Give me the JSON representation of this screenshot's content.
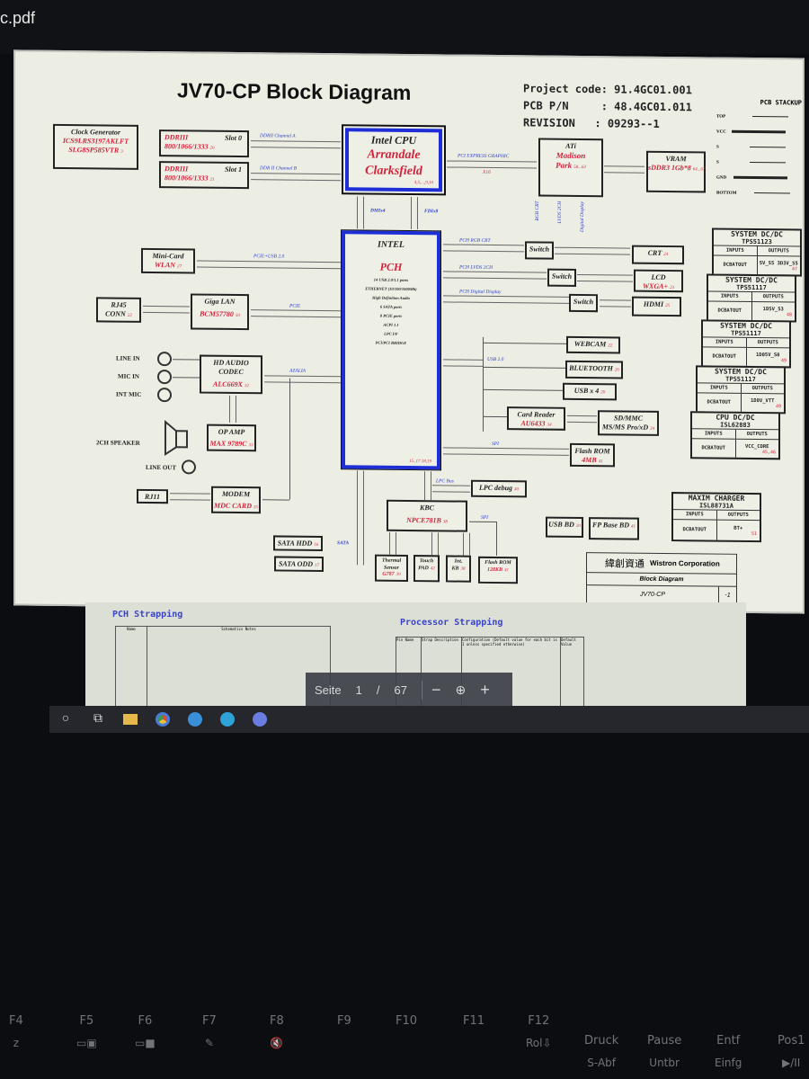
{
  "window": {
    "title": "c.pdf"
  },
  "diagram": {
    "title": "JV70-CP Block Diagram",
    "project_code_label": "Project code:",
    "project_code": "91.4GC01.001",
    "pcb_pn_label": "PCB P/N",
    "pcb_pn": ": 48.4GC01.011",
    "revision_label": "REVISION",
    "revision": ": 09293--1",
    "stackup": {
      "title": "PCB STACKUP",
      "layers": [
        "TOP",
        "VCC",
        "S",
        "S",
        "GND",
        "BOTTOM"
      ]
    },
    "clock": {
      "title": "Clock Generator",
      "l1": "ICS9LRS3197AKLFT",
      "l2": "SLG8SP585VTR",
      "page": "3"
    },
    "ddr0": {
      "title": "DDRIII",
      "slot": "Slot 0",
      "speed": "800/1066/1333",
      "page": "20",
      "bus": "DDRII Channel A"
    },
    "ddr1": {
      "title": "DDRIII",
      "slot": "Slot 1",
      "speed": "800/1066/1333",
      "page": "21",
      "bus": "DDR II Channel B"
    },
    "cpu": {
      "title": "Intel CPU",
      "l1": "Arrandale",
      "l2": "Clarksfield",
      "page": "4,5,...,9,10"
    },
    "dmi": "DMIx4",
    "fdi": "FDIx8",
    "pcie_gfx": {
      "bus": "PCI EXPRESS GRAPHIC",
      "width": "X16"
    },
    "gpu": {
      "title": "ATi",
      "l1": "Madison",
      "l2": "Park",
      "page": "58...63",
      "buses": [
        "RGB CRT",
        "LVDS 2CH",
        "Digital Display"
      ]
    },
    "vram": {
      "title": "VRAM",
      "l1": "sDDR3 1Gb*8",
      "page": "64...67"
    },
    "pch": {
      "title": "INTEL",
      "name": "PCH",
      "features": [
        "14 USB 2.0/1.1 ports",
        "ETHERNET (10/100/1000Mb)",
        "High Definition Audio",
        "6 SATA ports",
        "8 PCIE ports",
        "ACPI 1.1",
        "LPC I/F",
        "PCI/PCI BRIDGE"
      ],
      "pages": "15..17   18,19"
    },
    "minicard": {
      "title": "Mini-Card",
      "l1": "WLAN",
      "page": "27",
      "bus": "PCIE+USB 2.0"
    },
    "rj45": {
      "title": "RJ45",
      "l2": "CONN",
      "page": "22"
    },
    "lan": {
      "title": "Giga LAN",
      "l1": "BCM57780",
      "page": "50",
      "bus": "PCIE"
    },
    "audio_jacks": [
      "LINE IN",
      "MIC IN",
      "INT MIC"
    ],
    "codec": {
      "title": "HD AUDIO",
      "l2": "CODEC",
      "l1": "ALC669X",
      "page": "32",
      "bus": "AZALIA"
    },
    "opamp": {
      "title": "OP AMP",
      "l1": "MAX 9789C",
      "page": "33"
    },
    "speaker": "2CH SPEAKER",
    "line_out": "LINE OUT",
    "modem": {
      "title": "MODEM",
      "l1": "MDC CARD",
      "page": "35"
    },
    "rj11": "RJ11",
    "sata_hdd": {
      "title": "SATA HDD",
      "page": "16"
    },
    "sata_odd": {
      "title": "SATA ODD",
      "page": "17"
    },
    "sata_bus": "SATA",
    "switch": "Switch",
    "pch_buses": [
      "PCH RGB CRT",
      "PCH LVDS 2CH",
      "PCH Digital Display",
      "USB 2.0",
      "SPI"
    ],
    "crt": {
      "title": "CRT",
      "page": "24"
    },
    "lcd": {
      "title": "LCD",
      "l1": "WXGA+",
      "page": "23"
    },
    "hdmi": {
      "title": "HDMI",
      "page": "25"
    },
    "webcam": {
      "title": "WEBCAM",
      "page": "22"
    },
    "bluetooth": {
      "title": "BLUETOOTH",
      "page": "26"
    },
    "usb4": {
      "title": "USB x 4",
      "page": "20"
    },
    "cardreader": {
      "title": "Card Reader",
      "l1": "AU6433",
      "page": "34"
    },
    "sdmmc": {
      "l1": "SD/MMC",
      "l2": "MS/MS Pro/xD",
      "page": "34"
    },
    "flash_spi": {
      "title": "Flash ROM",
      "l1": "4MB",
      "page": "41"
    },
    "lpc_bus": "LPC Bus",
    "lpc_debug": {
      "title": "LPC debug",
      "page": "40"
    },
    "kbc": {
      "title": "KBC",
      "l1": "NPCE781B",
      "page": "38",
      "spi": "SPI"
    },
    "thermal": {
      "title": "Thermal",
      "l2": "Sensor",
      "l1": "G787",
      "page": "39"
    },
    "touchpad": {
      "title": "Touch",
      "l2": "PAD",
      "page": "42"
    },
    "intkb": {
      "title": "Int.",
      "l2": "KB",
      "page": "38"
    },
    "flash_kbc": {
      "title": "Flash ROM",
      "l1": "128KB",
      "page": "41"
    },
    "usbbd": {
      "title": "USB BD",
      "page": "20"
    },
    "fpbd": {
      "title": "FP Base BD",
      "page": "41"
    },
    "power": [
      {
        "title": "SYSTEM DC/DC",
        "chip": "TPS51123",
        "in": "DCBATOUT",
        "out": "5V_S5 3D3V_S5",
        "page": "47"
      },
      {
        "title": "SYSTEM DC/DC",
        "chip": "TPS51117",
        "in": "DCBATOUT",
        "out": "1D5V_S3",
        "page": "48"
      },
      {
        "title": "SYSTEM DC/DC",
        "chip": "TPS51117",
        "in": "DCBATOUT",
        "out": "1D05V_S0",
        "page": "49"
      },
      {
        "title": "SYSTEM DC/DC",
        "chip": "TPS51117",
        "in": "DCBATOUT",
        "out": "1D8V_VTT",
        "page": "49"
      },
      {
        "title": "CPU DC/DC",
        "chip": "ISL62883",
        "in": "DCBATOUT",
        "out": "VCC_CORE",
        "page": "45,46"
      }
    ],
    "charger": {
      "title": "MAXIM CHARGER",
      "chip": "ISL88731A",
      "in": "DCBATOUT",
      "out": "BT+",
      "page": "51"
    },
    "io_label": "INPUTS",
    "oo_label": "OUTPUTS",
    "titleblock": {
      "company": "Wistron Corporation",
      "chinese": "緯創資通",
      "doc": "Block Diagram",
      "model": "JV70-CP",
      "rev": "-1"
    }
  },
  "page2": {
    "left_title": "PCH Strapping",
    "right_title": "Processor Strapping",
    "left_headers": [
      "Name",
      "Schematics Notes"
    ],
    "right_headers": [
      "Pin Name",
      "Strap Description",
      "Configuration (Default value for each bit is 1 unless specified otherwise)",
      "Default Value"
    ]
  },
  "viewer": {
    "page_label": "Seite",
    "page": "1",
    "separator": "/",
    "total": "67",
    "zoom_out": "−",
    "zoom_in": "+"
  },
  "keyboard": [
    {
      "key": "F4",
      "sub": "z"
    },
    {
      "key": "F5",
      "sub": "▭▣"
    },
    {
      "key": "F6",
      "sub": "▭■"
    },
    {
      "key": "F7",
      "sub": "✎"
    },
    {
      "key": "F8",
      "sub": "🔇"
    },
    {
      "key": "F9",
      "sub": ""
    },
    {
      "key": "F10",
      "sub": ""
    },
    {
      "key": "F11",
      "sub": ""
    },
    {
      "key": "F12",
      "sub": "Rol⇩"
    },
    {
      "key": "Druck",
      "sub": "S-Abf"
    },
    {
      "key": "Pause",
      "sub": "Untbr"
    },
    {
      "key": "Entf",
      "sub": "Einfg"
    },
    {
      "key": "Pos1",
      "sub": "▶/II"
    }
  ]
}
